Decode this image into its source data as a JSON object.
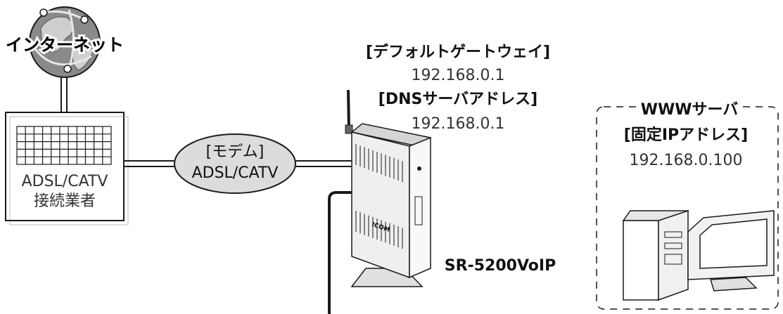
{
  "internet": {
    "label": "インターネット",
    "icon": "globe-icon"
  },
  "isp": {
    "line1": "ADSL/CATV",
    "line2": "接続業者",
    "icon": "building-grid-icon"
  },
  "modem": {
    "line1": "[モデム]",
    "line2": "ADSL/CATV"
  },
  "router": {
    "gateway_title": "[デフォルトゲートウェイ]",
    "gateway_ip": "192.168.0.1",
    "dns_title": "[DNSサーバアドレス]",
    "dns_ip": "192.168.0.1",
    "model": "SR-5200VoIP",
    "brand": "ICOM",
    "icon": "router-icon"
  },
  "server": {
    "title": "WWWサーバ",
    "fixed_ip_title": "[固定IPアドレス]",
    "fixed_ip": "192.168.0.100",
    "icon": "desktop-computer-icon"
  },
  "colors": {
    "line": "#1a1a1a",
    "modem_fill": "#dcdcdc",
    "device_fill": "#f2f2f2",
    "globe_fill": "#8a8a8a"
  }
}
